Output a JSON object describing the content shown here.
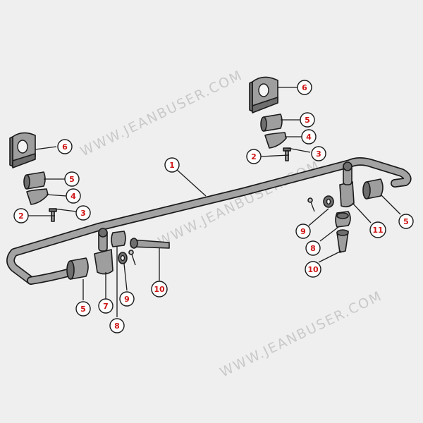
{
  "watermark": {
    "text": "WWW.JEANBUSER.COM"
  },
  "callouts": [
    {
      "id": "c1",
      "label": "1"
    },
    {
      "id": "c2a",
      "label": "2"
    },
    {
      "id": "c2b",
      "label": "2"
    },
    {
      "id": "c3a",
      "label": "3"
    },
    {
      "id": "c3b",
      "label": "3"
    },
    {
      "id": "c4a",
      "label": "4"
    },
    {
      "id": "c4b",
      "label": "4"
    },
    {
      "id": "c5a",
      "label": "5"
    },
    {
      "id": "c5b",
      "label": "5"
    },
    {
      "id": "c5c",
      "label": "5"
    },
    {
      "id": "c5d",
      "label": "5"
    },
    {
      "id": "c6a",
      "label": "6"
    },
    {
      "id": "c6b",
      "label": "6"
    },
    {
      "id": "c7",
      "label": "7"
    },
    {
      "id": "c8a",
      "label": "8"
    },
    {
      "id": "c8b",
      "label": "8"
    },
    {
      "id": "c9a",
      "label": "9"
    },
    {
      "id": "c9b",
      "label": "9"
    },
    {
      "id": "c10a",
      "label": "10"
    },
    {
      "id": "c10b",
      "label": "10"
    },
    {
      "id": "c11",
      "label": "11"
    }
  ],
  "colors": {
    "callout_text": "#d01515",
    "part_fill": "#9e9e9e",
    "background": "#efefef"
  }
}
